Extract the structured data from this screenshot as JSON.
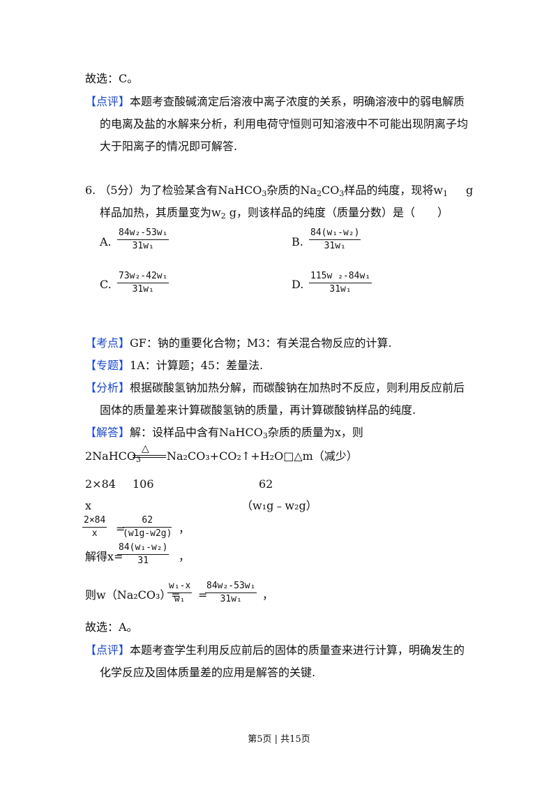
{
  "prev_end": {
    "choice": "故选：C。",
    "comment_tag": "【点评】",
    "comment_l1": "本题考查酸碱滴定后溶液中离子浓度的关系，明确溶液中的弱电解质",
    "comment_l2": "的电离及盐的水解来分析，利用电荷守恒则可知溶液中不可能出现阴离子均",
    "comment_l3": "大于阳离子的情况即可解答."
  },
  "q6": {
    "num": "6.",
    "score": "（5分）为了检验某含有NaHCO",
    "t1": "杂质的Na",
    "t2": "CO",
    "t3": "样品的纯度，现将w",
    "g": "g",
    "l2a": "样品加热，其质量变为w",
    "l2b": " g，则该样品的纯度（质量分数）是（　　）",
    "options": {
      "A": {
        "label": "A.",
        "num": "84w₂-53w₁",
        "den": "31w₁"
      },
      "B": {
        "label": "B.",
        "num": "84(w₁-w₂)",
        "den": "31w₁"
      },
      "C": {
        "label": "C.",
        "num": "73w₂-42w₁",
        "den": "31w₁"
      },
      "D": {
        "label": "D.",
        "num": "115w  ₂-84w₁",
        "den": "31w₁"
      }
    }
  },
  "analysis": {
    "kd_tag": "【考点】",
    "kd": "GF：钠的重要化合物；M3：有关混合物反应的计算.",
    "zt_tag": "【专题】",
    "zt": "1A：计算题；45：差量法.",
    "fx_tag": "【分析】",
    "fx1": "根据碳酸氢钠加热分解，而碳酸钠在加热时不反应，则利用反应前后",
    "fx2": "固体的质量差来计算碳酸氢钠的质量，再计算碳酸钠样品的纯度.",
    "jd_tag": "【解答】",
    "jd": "解：设样品中含有NaHCO",
    "jd2": "杂质的质量为x，则",
    "eq_left": "2NaHCO",
    "eq_heat": "△",
    "eq_right": "Na₂CO₃+CO₂↑+H₂O□△m（减少）",
    "r1a": "2×84",
    "r1b": "106",
    "r1c": "62",
    "r2a": "x",
    "r2c": "（w₁g﹣w₂g）",
    "f1_num": "2×84",
    "f1_den": "x",
    "f1_eq": "=",
    "f1_num2": "62",
    "f1_den2": "(w1g-w2g)",
    "f1_end": "，",
    "f2_pre": "解得x=",
    "f2_num": "84(w₁-w₂)",
    "f2_den": "31",
    "f2_end": "，",
    "f3_pre": "则w（Na₂CO₃）=",
    "f3_num": "w₁-x",
    "f3_den": "w₁",
    "f3_eq": "=",
    "f3_num2": "84w₂-53w₁",
    "f3_den2": "31w₁",
    "f3_end": "，",
    "choice": "故选：A。",
    "dp_tag": "【点评】",
    "dp1": "本题考查学生利用反应前后的固体的质量查来进行计算，明确发生的",
    "dp2": "化学反应及固体质量差的应用是解答的关键."
  },
  "footer": "第5页 | 共15页"
}
